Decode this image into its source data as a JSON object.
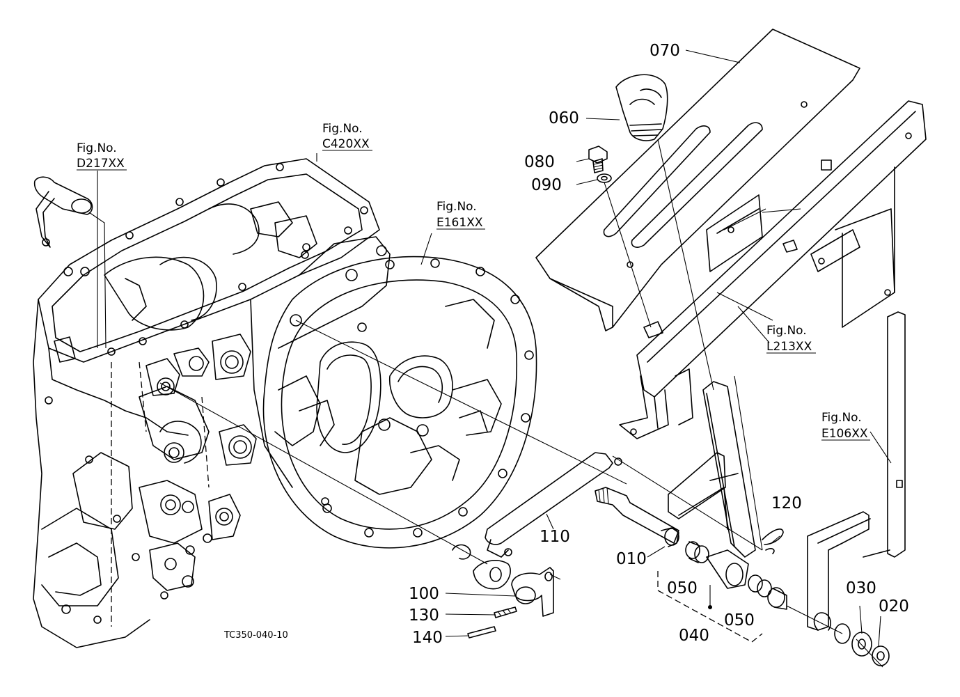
{
  "drawing_code": "TC350-040-10",
  "figure_refs": [
    {
      "line1": "Fig.No.",
      "line2": "D217XX"
    },
    {
      "line1": "Fig.No.",
      "line2": "C420XX"
    },
    {
      "line1": "Fig.No.",
      "line2": "E161XX"
    },
    {
      "line1": "Fig.No.",
      "line2": "L213XX"
    },
    {
      "line1": "Fig.No.",
      "line2": "E106XX"
    }
  ],
  "parts": [
    {
      "number": "070"
    },
    {
      "number": "060"
    },
    {
      "number": "080"
    },
    {
      "number": "090"
    },
    {
      "number": "120"
    },
    {
      "number": "110"
    },
    {
      "number": "010"
    },
    {
      "number": "050"
    },
    {
      "number": "050"
    },
    {
      "number": "040"
    },
    {
      "number": "030"
    },
    {
      "number": "020"
    },
    {
      "number": "100"
    },
    {
      "number": "130"
    },
    {
      "number": "140"
    }
  ]
}
